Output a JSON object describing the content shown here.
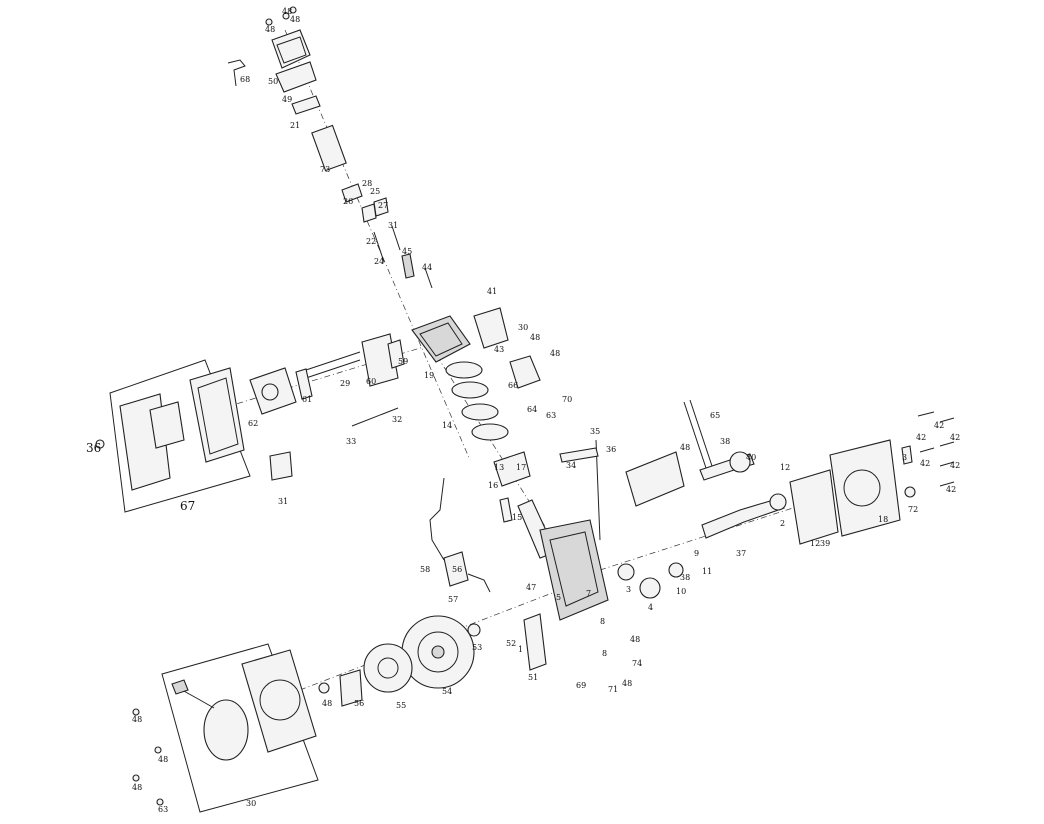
{
  "diagram": {
    "callouts": [
      {
        "id": "c1",
        "text": "48"
      },
      {
        "id": "c2",
        "text": "48"
      },
      {
        "id": "c3",
        "text": "48"
      },
      {
        "id": "c4",
        "text": "50"
      },
      {
        "id": "c5",
        "text": "49"
      },
      {
        "id": "c6",
        "text": "68"
      },
      {
        "id": "c7",
        "text": "21"
      },
      {
        "id": "c8",
        "text": "73"
      },
      {
        "id": "c9",
        "text": "26"
      },
      {
        "id": "c10",
        "text": "28"
      },
      {
        "id": "c11",
        "text": "25"
      },
      {
        "id": "c12",
        "text": "27"
      },
      {
        "id": "c13",
        "text": "31"
      },
      {
        "id": "c14",
        "text": "22"
      },
      {
        "id": "c15",
        "text": "24"
      },
      {
        "id": "c16",
        "text": "45"
      },
      {
        "id": "c17",
        "text": "44"
      },
      {
        "id": "c18",
        "text": "41"
      },
      {
        "id": "c19",
        "text": "30"
      },
      {
        "id": "c20",
        "text": "43"
      },
      {
        "id": "c21",
        "text": "48"
      },
      {
        "id": "c22",
        "text": "48"
      },
      {
        "id": "c23",
        "text": "66"
      },
      {
        "id": "c24",
        "text": "59"
      },
      {
        "id": "c25",
        "text": "60"
      },
      {
        "id": "c26",
        "text": "29"
      },
      {
        "id": "c27",
        "text": "61"
      },
      {
        "id": "c28",
        "text": "62"
      },
      {
        "id": "c29",
        "text": "19"
      },
      {
        "id": "c30",
        "text": "32"
      },
      {
        "id": "c31",
        "text": "33"
      },
      {
        "id": "c32",
        "text": "14"
      },
      {
        "id": "c33",
        "text": "36"
      },
      {
        "id": "c34",
        "text": "67"
      },
      {
        "id": "c35",
        "text": "31"
      },
      {
        "id": "c36",
        "text": "64"
      },
      {
        "id": "c37",
        "text": "63"
      },
      {
        "id": "c38",
        "text": "70"
      },
      {
        "id": "c39",
        "text": "35"
      },
      {
        "id": "c40",
        "text": "36"
      },
      {
        "id": "c41",
        "text": "34"
      },
      {
        "id": "c42",
        "text": "65"
      },
      {
        "id": "c43",
        "text": "48"
      },
      {
        "id": "c44",
        "text": "38"
      },
      {
        "id": "c45",
        "text": "40"
      },
      {
        "id": "c46",
        "text": "42"
      },
      {
        "id": "c47",
        "text": "42"
      },
      {
        "id": "c48",
        "text": "42"
      },
      {
        "id": "c49",
        "text": "42"
      },
      {
        "id": "c50",
        "text": "42"
      },
      {
        "id": "c51",
        "text": "42"
      },
      {
        "id": "c52",
        "text": "12"
      },
      {
        "id": "c53",
        "text": "3"
      },
      {
        "id": "c54",
        "text": "18"
      },
      {
        "id": "c55",
        "text": "72"
      },
      {
        "id": "c56",
        "text": "17"
      },
      {
        "id": "c57",
        "text": "13"
      },
      {
        "id": "c58",
        "text": "16"
      },
      {
        "id": "c59",
        "text": "15"
      },
      {
        "id": "c60",
        "text": "56"
      },
      {
        "id": "c61",
        "text": "57"
      },
      {
        "id": "c62",
        "text": "58"
      },
      {
        "id": "c63",
        "text": "47"
      },
      {
        "id": "c64",
        "text": "5"
      },
      {
        "id": "c65",
        "text": "37"
      },
      {
        "id": "c66",
        "text": "2"
      },
      {
        "id": "c67",
        "text": "12"
      },
      {
        "id": "c68",
        "text": "39"
      },
      {
        "id": "c69",
        "text": "11"
      },
      {
        "id": "c70",
        "text": "10"
      },
      {
        "id": "c71",
        "text": "9"
      },
      {
        "id": "c72",
        "text": "4"
      },
      {
        "id": "c73",
        "text": "3"
      },
      {
        "id": "c74",
        "text": "52"
      },
      {
        "id": "c75",
        "text": "8"
      },
      {
        "id": "c76",
        "text": "8"
      },
      {
        "id": "c77",
        "text": "1"
      },
      {
        "id": "c78",
        "text": "51"
      },
      {
        "id": "c79",
        "text": "69"
      },
      {
        "id": "c80",
        "text": "71"
      },
      {
        "id": "c81",
        "text": "48"
      },
      {
        "id": "c82",
        "text": "74"
      },
      {
        "id": "c83",
        "text": "53"
      },
      {
        "id": "c84",
        "text": "54"
      },
      {
        "id": "c85",
        "text": "55"
      },
      {
        "id": "c86",
        "text": "56"
      },
      {
        "id": "c87",
        "text": "48"
      },
      {
        "id": "c88",
        "text": "48"
      },
      {
        "id": "c89",
        "text": "48"
      },
      {
        "id": "c90",
        "text": "48"
      },
      {
        "id": "c91",
        "text": "63"
      },
      {
        "id": "c92",
        "text": "30"
      },
      {
        "id": "c93",
        "text": "38"
      },
      {
        "id": "c94",
        "text": "7"
      },
      {
        "id": "c95",
        "text": "48"
      }
    ]
  }
}
